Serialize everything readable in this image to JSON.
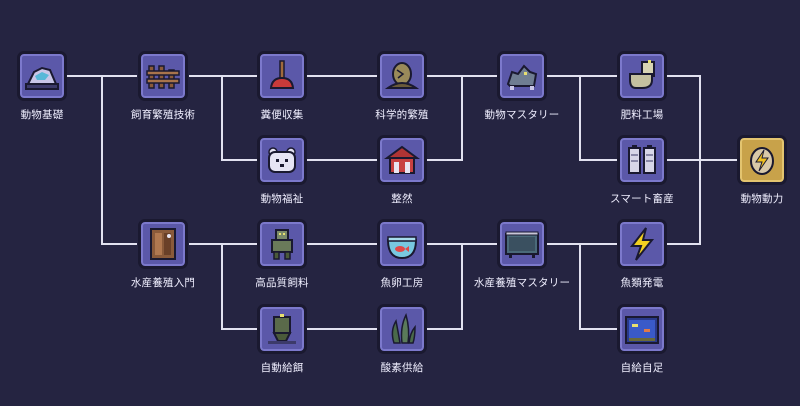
{
  "colors": {
    "background": "#252441",
    "line": "#e2e2f0",
    "tile": "#5b58a9",
    "tile_border": "#1a1930",
    "tile_highlight": "#7c79cc",
    "text": "#f0efff"
  },
  "nodes": [
    {
      "id": "animal-basics",
      "label": "動物基礎",
      "icon": "rock-vent-icon"
    },
    {
      "id": "feeding-breeding-tech",
      "label": "飼育繁殖技術",
      "icon": "fence-icon"
    },
    {
      "id": "manure-collection",
      "label": "糞便収集",
      "icon": "plunger-icon"
    },
    {
      "id": "scientific-breeding",
      "label": "科学的繁殖",
      "icon": "egg-nest-icon"
    },
    {
      "id": "animal-mastery",
      "label": "動物マスタリー",
      "icon": "beast-icon"
    },
    {
      "id": "fertilizer-factory",
      "label": "肥料工場",
      "icon": "toilet-icon"
    },
    {
      "id": "animal-welfare",
      "label": "動物福祉",
      "icon": "bear-face-icon"
    },
    {
      "id": "orderly",
      "label": "整然",
      "icon": "barn-icon"
    },
    {
      "id": "smart-livestock",
      "label": "スマート畜産",
      "icon": "battery-icon"
    },
    {
      "id": "animal-power",
      "label": "動物動力",
      "icon": "lightning-egg-icon"
    },
    {
      "id": "aquaculture-intro",
      "label": "水産養殖入門",
      "icon": "door-icon"
    },
    {
      "id": "premium-feed",
      "label": "高品質飼料",
      "icon": "robot-icon"
    },
    {
      "id": "fish-egg-workshop",
      "label": "魚卵工房",
      "icon": "fishbowl-icon"
    },
    {
      "id": "aquaculture-mastery",
      "label": "水産養殖マスタリー",
      "icon": "aquarium-icon"
    },
    {
      "id": "fish-power",
      "label": "魚類発電",
      "icon": "lightning-icon"
    },
    {
      "id": "auto-feeding",
      "label": "自動給餌",
      "icon": "feeder-icon"
    },
    {
      "id": "oxygen-supply",
      "label": "酸素供給",
      "icon": "seaweed-icon"
    },
    {
      "id": "self-sufficiency",
      "label": "自給自足",
      "icon": "fish-tank-icon"
    }
  ]
}
